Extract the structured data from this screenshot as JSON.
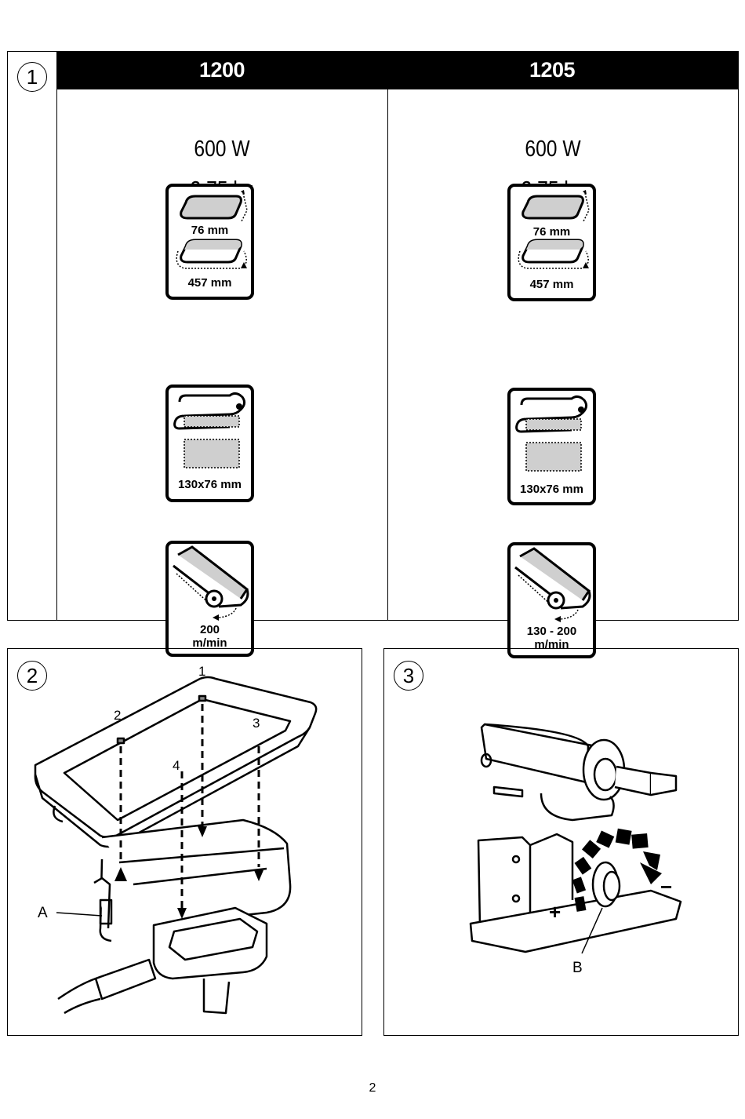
{
  "section1": {
    "number": "1",
    "models": [
      {
        "name": "1200",
        "power": "600 W",
        "weight": "2,75 kg",
        "belt_icon": {
          "name": "sanding-belt-size-icon",
          "width_label": "76 mm",
          "length_label": "457 mm"
        },
        "pad_icon": {
          "name": "sanding-surface-icon",
          "label": "130x76 mm"
        },
        "speed_icon": {
          "name": "belt-speed-icon",
          "label_line1": "200",
          "label_line2": "m/min"
        }
      },
      {
        "name": "1205",
        "power": "600 W",
        "weight": "2,75 kg",
        "belt_icon": {
          "name": "sanding-belt-size-icon",
          "width_label": "76 mm",
          "length_label": "457 mm"
        },
        "pad_icon": {
          "name": "sanding-surface-icon",
          "label": "130x76 mm"
        },
        "speed_icon": {
          "name": "belt-speed-icon",
          "label_line1": "130 - 200",
          "label_line2": "m/min"
        }
      }
    ]
  },
  "section2": {
    "number": "2",
    "callouts": {
      "p1": "1",
      "p2": "2",
      "p3": "3",
      "p4": "4",
      "a": "A"
    }
  },
  "section3": {
    "number": "3",
    "callouts": {
      "b": "B",
      "plus": "+",
      "minus": "−"
    }
  },
  "page_number": "2",
  "colors": {
    "ink": "#000000",
    "shade": "#cfcfcf",
    "paper": "#ffffff"
  }
}
